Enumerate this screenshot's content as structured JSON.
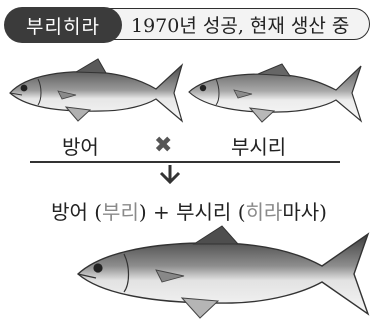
{
  "header": {
    "badge": "부리히라",
    "caption": "1970년 성공, 현재 생산 중"
  },
  "parents": {
    "left_label": "방어",
    "cross_symbol": "✖",
    "right_label": "부시리"
  },
  "formula": {
    "p1": "방어 (",
    "p1_inner": "부리",
    "p2": ") + 부시리 (",
    "p2_inner": "히라",
    "p3": "마사)"
  },
  "colors": {
    "badge_bg": "#3b3b3b",
    "muted_text": "#8a8a8a"
  }
}
